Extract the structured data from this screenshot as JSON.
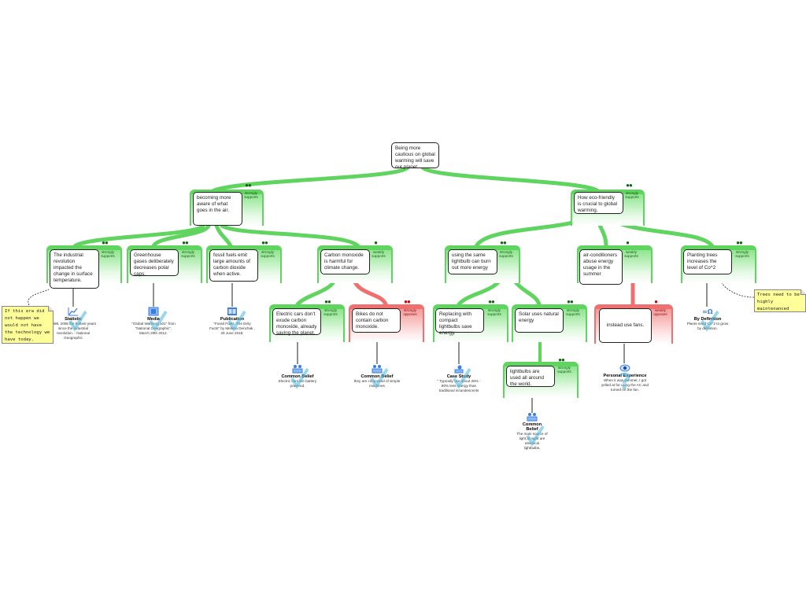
{
  "colors": {
    "support": "#5fd45f",
    "oppose": "#f07070",
    "note_bg": "#ffff99",
    "evidence_icon": "#3a7fe0",
    "check": "#4ab8e0"
  },
  "root": {
    "text": "Being more cautious on global warming will save our planet."
  },
  "reasons": [
    {
      "id": "r1",
      "text": "becoming more aware of what goes in the air.",
      "strength": "strongly supports",
      "dots": "●●"
    },
    {
      "id": "r2",
      "text": "How eco-friendly is crucial to global warming.",
      "strength": "strongly supports",
      "dots": "●●"
    },
    {
      "id": "r1a",
      "text": "The industrial revolution impacted the change in surface temperature.",
      "strength": "strongly supports",
      "dots": "●●"
    },
    {
      "id": "r1b",
      "text": "Greenhouse gases deliberately decreases polar caps.",
      "strength": "strongly supports",
      "dots": "●●"
    },
    {
      "id": "r1c",
      "text": "fossil fuels emit large amounts of carbon dioxide when active.",
      "strength": "strongly supports",
      "dots": "●●"
    },
    {
      "id": "r1d",
      "text": "Carbon monoxide is harmful for climate change.",
      "strength": "weakly supports",
      "dots": "●"
    },
    {
      "id": "r2a",
      "text": "using the same lightbulb can burn out more energy",
      "strength": "strongly supports",
      "dots": "●●"
    },
    {
      "id": "r2b",
      "text": "air-conditioners abuse energy usage in the summer",
      "strength": "weakly supports",
      "dots": "●"
    },
    {
      "id": "r2c",
      "text": "Planting trees increases the level of Co^2",
      "strength": "strongly supports",
      "dots": "●●"
    },
    {
      "id": "r1d1",
      "text": "Electric cars don't exude carbon monoxide, already saving the planet.",
      "strength": "strongly supports",
      "dots": "●●"
    },
    {
      "id": "o1d2",
      "text": "Bikes do not contain carbon monoxide.",
      "strength": "strongly opposes",
      "dots": "●●"
    },
    {
      "id": "r2a1",
      "text": "Replacing with compact lightbulbs save energy.",
      "strength": "strongly supports",
      "dots": "●●"
    },
    {
      "id": "r2a2",
      "text": "Solar uses natural energy",
      "strength": "strongly supports",
      "dots": "●●"
    },
    {
      "id": "o2b1",
      "text": "instead use fans.",
      "strength": "weakly opposes",
      "dots": "●"
    },
    {
      "id": "r2a2a",
      "text": "lightbulbs are used all around the world.",
      "strength": "strongly supports",
      "dots": "●●"
    }
  ],
  "evidence": [
    {
      "id": "e1",
      "type": "Statistic",
      "icon": "chart-icon",
      "text": "1998, 2005 the hottest years since the industrial revolution. - National Geographic"
    },
    {
      "id": "e2",
      "type": "Media",
      "icon": "media-icon",
      "text": "\"Global Warming 101\" from \"National Geographic\", March 29th 2012."
    },
    {
      "id": "e3",
      "type": "Publication",
      "icon": "book-icon",
      "text": "\"Fossil Fuels: The Dirty Facts\" by Melissa Denchak , 29 June 2018."
    },
    {
      "id": "e4",
      "type": "Common Belief",
      "icon": "group-icon",
      "text": "Electric cars are battery powered."
    },
    {
      "id": "e5",
      "type": "Common Belief",
      "icon": "group-icon",
      "text": "they are composed of simple machines"
    },
    {
      "id": "e6",
      "type": "Case Study",
      "icon": "case-study-icon",
      "text": "\" Typically use about 25% - 80% less energy than traditional incandescents"
    },
    {
      "id": "e7",
      "type": "Common Belief",
      "icon": "group-icon",
      "text": "The main source of light at night are electrical lightbulbs."
    },
    {
      "id": "e8",
      "type": "Personal Experience",
      "icon": "eye-icon",
      "text": "When it was summer, I got yelled at for using the AC and turned on the fan."
    },
    {
      "id": "e9",
      "type": "By Definition",
      "icon": "definition-icon",
      "text": "Plants need Co^2 to grow by definition."
    }
  ],
  "notes": [
    {
      "id": "n1",
      "text": "If this era did not happen we would not have the technology we have today."
    },
    {
      "id": "n2",
      "text": "Trees need to be highly maintenanced"
    }
  ]
}
